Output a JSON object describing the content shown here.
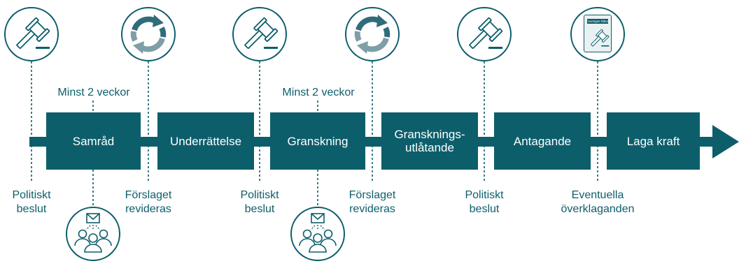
{
  "colors": {
    "primary": "#0d5e6b",
    "cycle_light": "#7f9ea5",
    "cycle_dark": "#2f6d7a",
    "background": "#ffffff"
  },
  "stages": [
    {
      "label": "Samråd"
    },
    {
      "label": "Underrättelse"
    },
    {
      "label": "Granskning"
    },
    {
      "label_lines": [
        "Gransknings-",
        "utlåtande"
      ]
    },
    {
      "label": "Antagande"
    },
    {
      "label": "Laga kraft"
    }
  ],
  "durations": [
    {
      "text": "Minst 2 veckor"
    },
    {
      "text": "Minst 2 veckor"
    }
  ],
  "events": [
    {
      "icon": "gavel-icon",
      "lines": [
        "Politiskt",
        "beslut"
      ]
    },
    {
      "icon": "cycle-arrows-icon",
      "lines": [
        "Förslaget",
        "revideras"
      ]
    },
    {
      "icon": "gavel-icon",
      "lines": [
        "Politiskt",
        "beslut"
      ]
    },
    {
      "icon": "cycle-arrows-icon",
      "lines": [
        "Förslaget",
        "revideras"
      ]
    },
    {
      "icon": "gavel-icon",
      "lines": [
        "Politiskt",
        "beslut"
      ]
    },
    {
      "icon": "law-book-icon",
      "lines": [
        "Eventuella",
        "överklaganden"
      ]
    }
  ],
  "book_title": "Sveriges Rikes Lag",
  "consultation_icons": [
    {
      "icon": "people-envelope-icon"
    },
    {
      "icon": "people-envelope-icon"
    }
  ]
}
